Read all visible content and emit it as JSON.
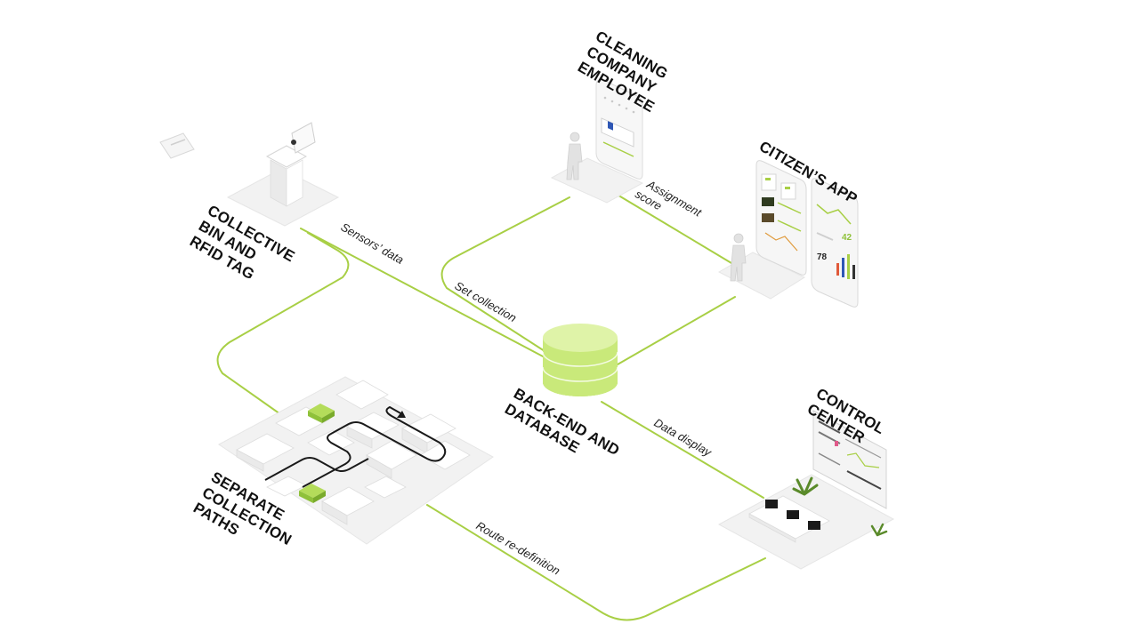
{
  "nodes": {
    "collective_bin": [
      "COLLECTIVE",
      "BIN AND",
      "RFID TAG"
    ],
    "cleaning_employee": [
      "CLEANING",
      "COMPANY",
      "EMPLOYEE"
    ],
    "citizens_app": [
      "CITIZEN’S APP"
    ],
    "backend": [
      "BACK-END AND",
      "DATABASE"
    ],
    "control_center": [
      "CONTROL",
      "CENTER"
    ],
    "collection_paths": [
      "SEPARATE",
      "COLLECTION",
      "PATHS"
    ]
  },
  "edges": {
    "sensors_data": "Sensors’ data",
    "set_collection": "Set collection",
    "assignment_score": [
      "Assignment",
      "score"
    ],
    "data_display": "Data display",
    "route_redefinition": "Route re-definition"
  },
  "app_screen": {
    "big_value": "42",
    "small_value": "78"
  },
  "colors": {
    "accent": "#a8cf45",
    "db_top": "#dff3a8",
    "db_body": "#c9e97a",
    "truck": "#8fc13a",
    "text": "#111111"
  }
}
